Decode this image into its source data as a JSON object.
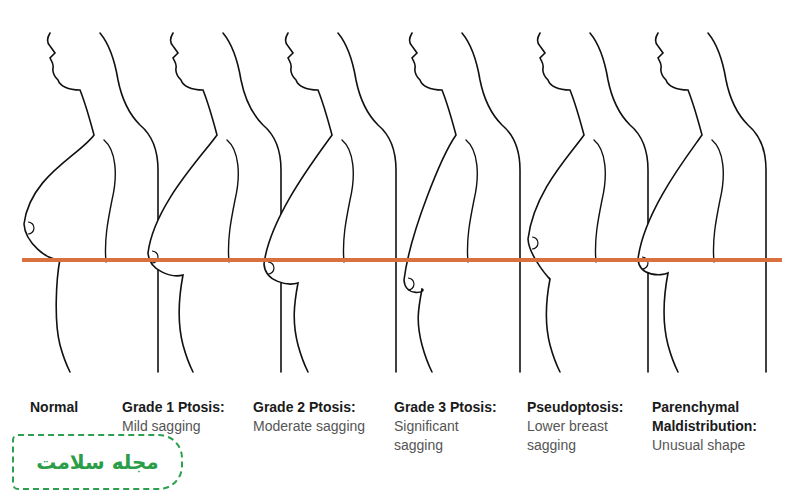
{
  "diagram": {
    "nodes": [
      {
        "text": [
          "مجله سلامت"
        ]
      }
    ],
    "labels": [
      "Normal",
      "Grade 1 Ptosis:",
      "Mild sagging",
      "Grade 2 Ptosis:",
      "Moderate sagging",
      "Grade 3 Ptosis:",
      "Significant sagging",
      "Pseudoptosis:",
      "Lower breast sagging",
      "Parenchymal Maldistribution:",
      "Unusual shape"
    ]
  }
}
